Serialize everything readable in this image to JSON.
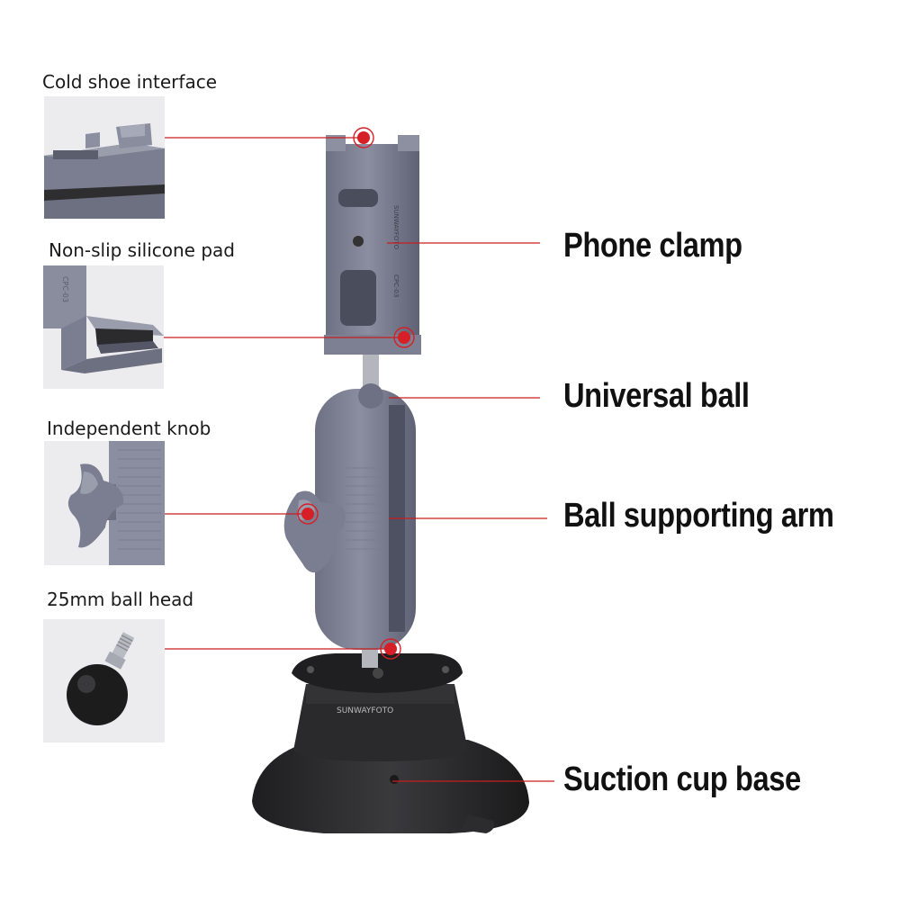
{
  "details": [
    {
      "id": "cold-shoe",
      "caption": "Cold shoe interface"
    },
    {
      "id": "silicone-pad",
      "caption": "Non-slip silicone pad"
    },
    {
      "id": "knob",
      "caption": "Independent knob"
    },
    {
      "id": "ball-head",
      "caption": "25mm ball head"
    }
  ],
  "callouts": {
    "phone_clamp": "Phone clamp",
    "universal_ball": "Universal ball",
    "ball_arm": "Ball supporting arm",
    "suction_base": "Suction cup base"
  },
  "product": {
    "brand_clamp": "SUNWAYFOTO",
    "model_clamp": "CPC-03",
    "brand_base": "SUNWAYFOTO"
  },
  "colors": {
    "leader_line": "#c81e1e",
    "marker": "#d61f26",
    "metal": "#7b7e90",
    "base": "#2a2a2c"
  }
}
